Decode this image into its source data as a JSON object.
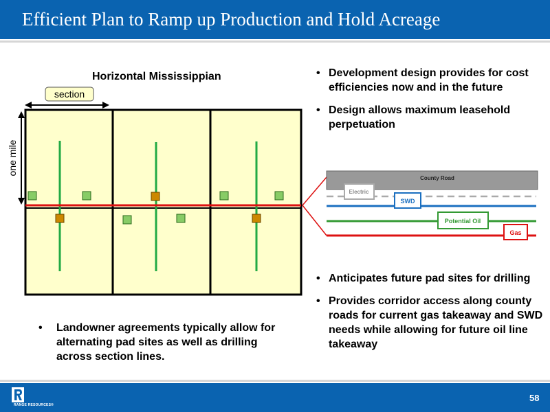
{
  "slide": {
    "title": "Efficient Plan to Ramp up Production and Hold Acreage",
    "page_number": "58"
  },
  "logo": {
    "text": "RANGE RESOURCES®"
  },
  "diagram": {
    "title": "Horizontal Mississippian",
    "section_label": "section",
    "mile_label": "one mile",
    "road_label": "County Road",
    "corridor_labels": {
      "electric": "Electric",
      "swd": "SWD",
      "potential_oil": "Potential Oil",
      "gas": "Gas"
    }
  },
  "bullets_right_top": [
    "Development design provides for cost efficiencies now and in the future",
    "Design allows maximum leasehold perpetuation"
  ],
  "bullets_right_bottom": [
    "Anticipates future pad sites for drilling",
    "Provides corridor access along county roads for current gas takeaway and SWD needs while allowing for future oil line takeaway"
  ],
  "bullets_left": [
    "Landowner agreements typically allow for alternating pad sites as well as drilling across section lines."
  ],
  "colors": {
    "header": "#0a63b0",
    "section_fill": "#ffffcc",
    "wellbore": "#22aa44",
    "gas_line": "#dd1111",
    "swd_line": "#1a6fc0",
    "oil_line": "#339933",
    "pad_current": "#cc8800",
    "pad_future": "#88cc66",
    "road": "#888888"
  }
}
